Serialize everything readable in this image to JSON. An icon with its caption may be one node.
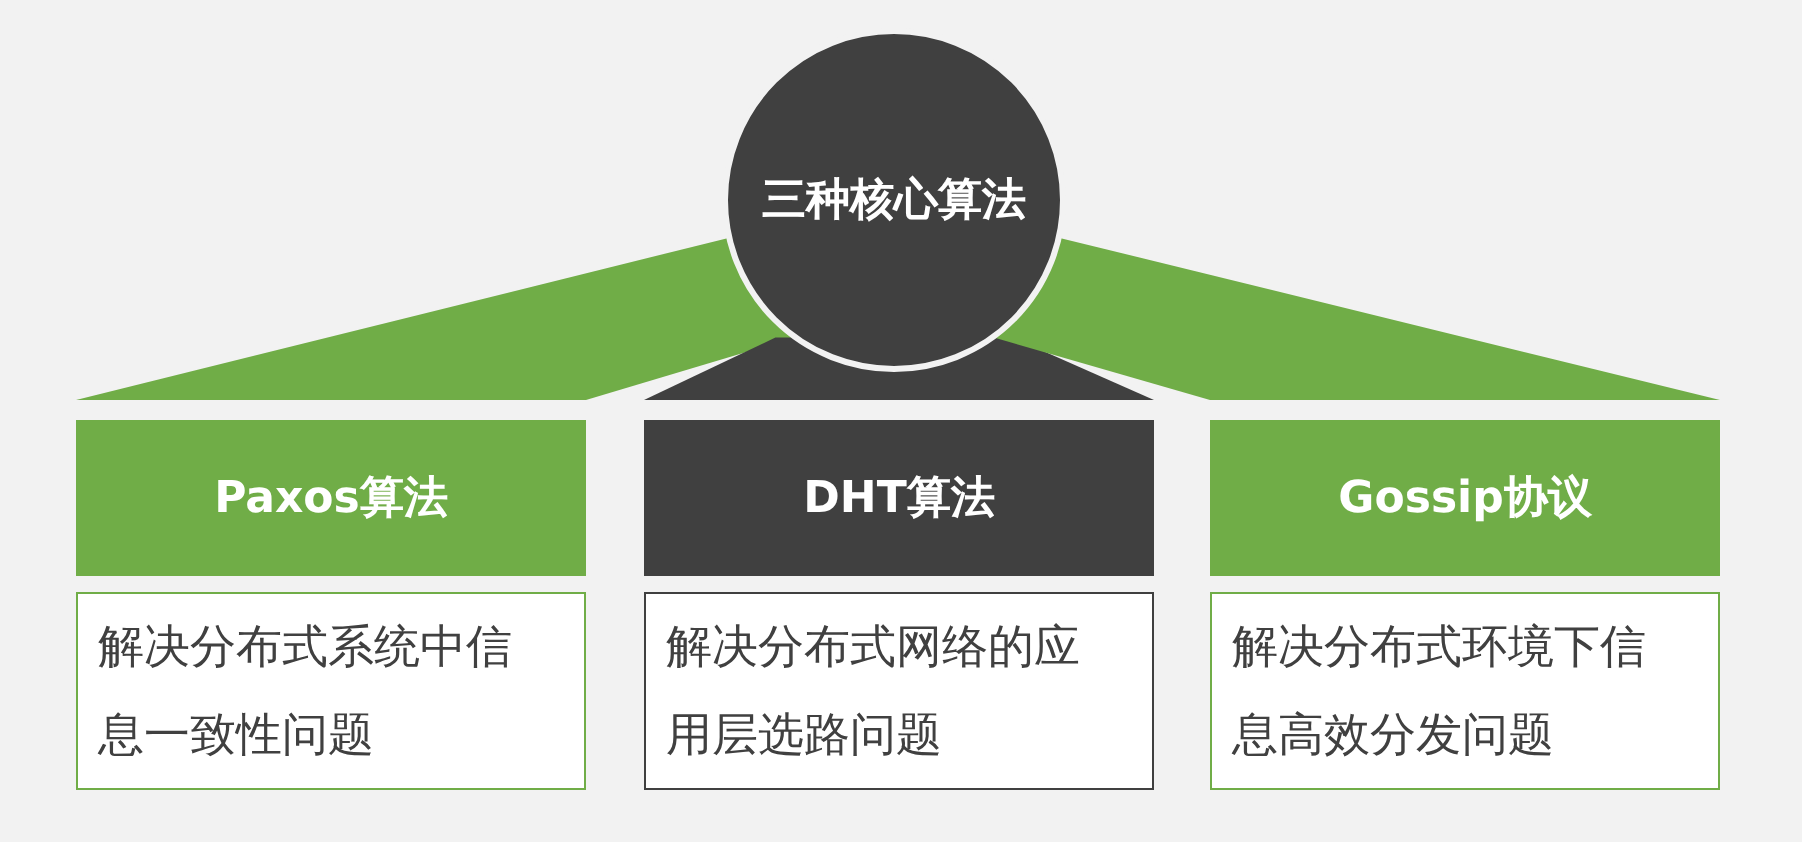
{
  "diagram": {
    "nodes": [
      {
        "text": [
          "三种核心算法"
        ]
      },
      {
        "text": [
          "Paxos算法"
        ]
      },
      {
        "text": [
          "解决分布式系统中信息一致性问题"
        ]
      },
      {
        "text": [
          "DHT算法"
        ]
      },
      {
        "text": [
          "解决分布式网络的应用层选路问题"
        ]
      },
      {
        "text": [
          "Gossip协议"
        ]
      },
      {
        "text": [
          "解决分布式环境下信息高效分发问题"
        ]
      }
    ],
    "edges": [
      {
        "from": 0,
        "to": 1,
        "arrow": "none"
      },
      {
        "from": 0,
        "to": 3,
        "arrow": "none",
        "color": "#404040"
      },
      {
        "from": 0,
        "to": 5,
        "arrow": "none"
      }
    ]
  }
}
